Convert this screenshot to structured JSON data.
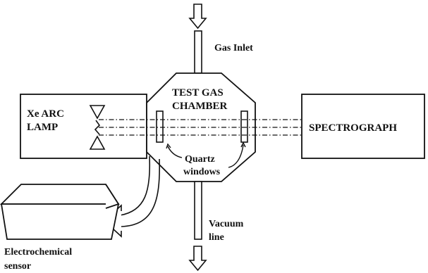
{
  "diagram": {
    "labels": {
      "gas_inlet": "Gas Inlet",
      "chamber_line1": "TEST GAS",
      "chamber_line2": "CHAMBER",
      "lamp_line1": "Xe ARC",
      "lamp_line2": "LAMP",
      "spectrograph": "SPECTROGRAPH",
      "quartz_line1": "Quartz",
      "quartz_line2": "windows",
      "vacuum_line1": "Vacuum",
      "vacuum_line2": "line",
      "sensor_line1": "Electrochemical",
      "sensor_line2": "sensor"
    },
    "colors": {
      "stroke": "#111111",
      "background": "#ffffff"
    }
  }
}
